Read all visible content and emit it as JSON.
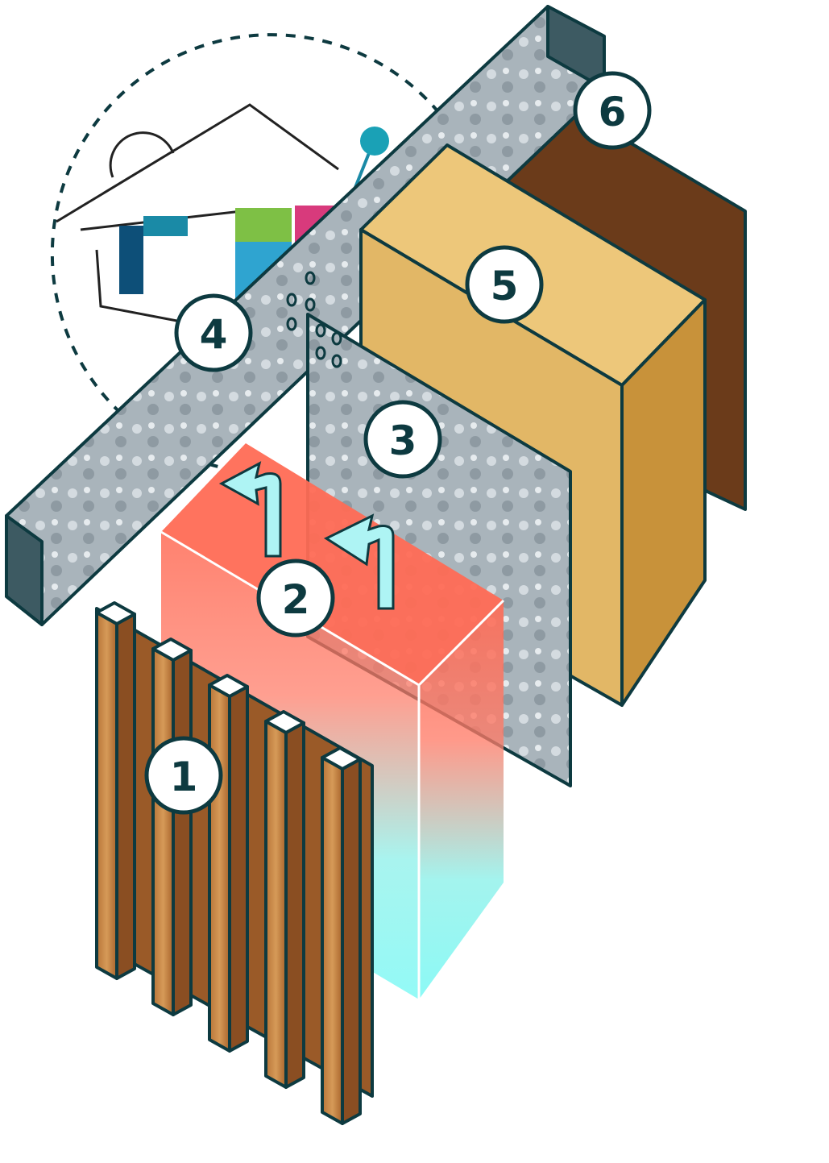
{
  "diagram": {
    "labels": [
      {
        "id": "1",
        "text": "1",
        "layer": "wood-slat-cladding"
      },
      {
        "id": "2",
        "text": "2",
        "layer": "ventilated-air-gap"
      },
      {
        "id": "3",
        "text": "3",
        "layer": "galvanized-sheet"
      },
      {
        "id": "4",
        "text": "4",
        "layer": "galvanized-profile"
      },
      {
        "id": "5",
        "text": "5",
        "layer": "mineral-wool-insulation"
      },
      {
        "id": "6",
        "text": "6",
        "layer": "wall-structure"
      }
    ],
    "colors": {
      "outline": "#0d3a40",
      "wood_light": "#c98a4a",
      "wood_dark": "#8a4e22",
      "wall_wood": "#6b3b1a",
      "insulation": "#e2b766",
      "galvanized": "#a9b4bb",
      "air_top": "#ff6b55",
      "air_bottom": "#80f5f0",
      "arrow": "#aef4f4"
    }
  }
}
